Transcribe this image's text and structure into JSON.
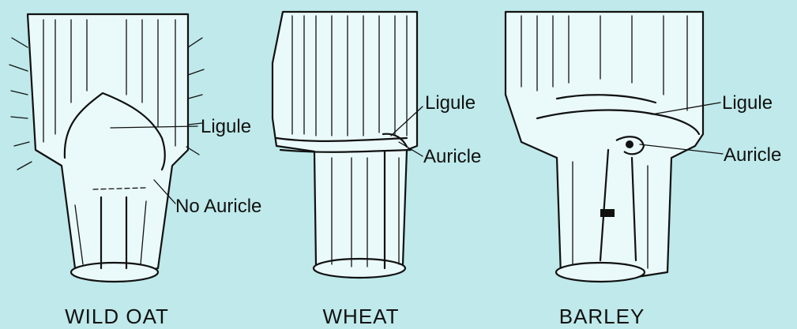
{
  "panels": [
    {
      "caption": "WILD OAT",
      "labels": [
        "Ligule",
        "No Auricle"
      ]
    },
    {
      "caption": "WHEAT",
      "labels": [
        "Ligule",
        "Auricle"
      ]
    },
    {
      "caption": "BARLEY",
      "labels": [
        "Ligule",
        "Auricle"
      ]
    }
  ],
  "colors": {
    "background": "#bfe9ea",
    "ink": "#111111"
  }
}
